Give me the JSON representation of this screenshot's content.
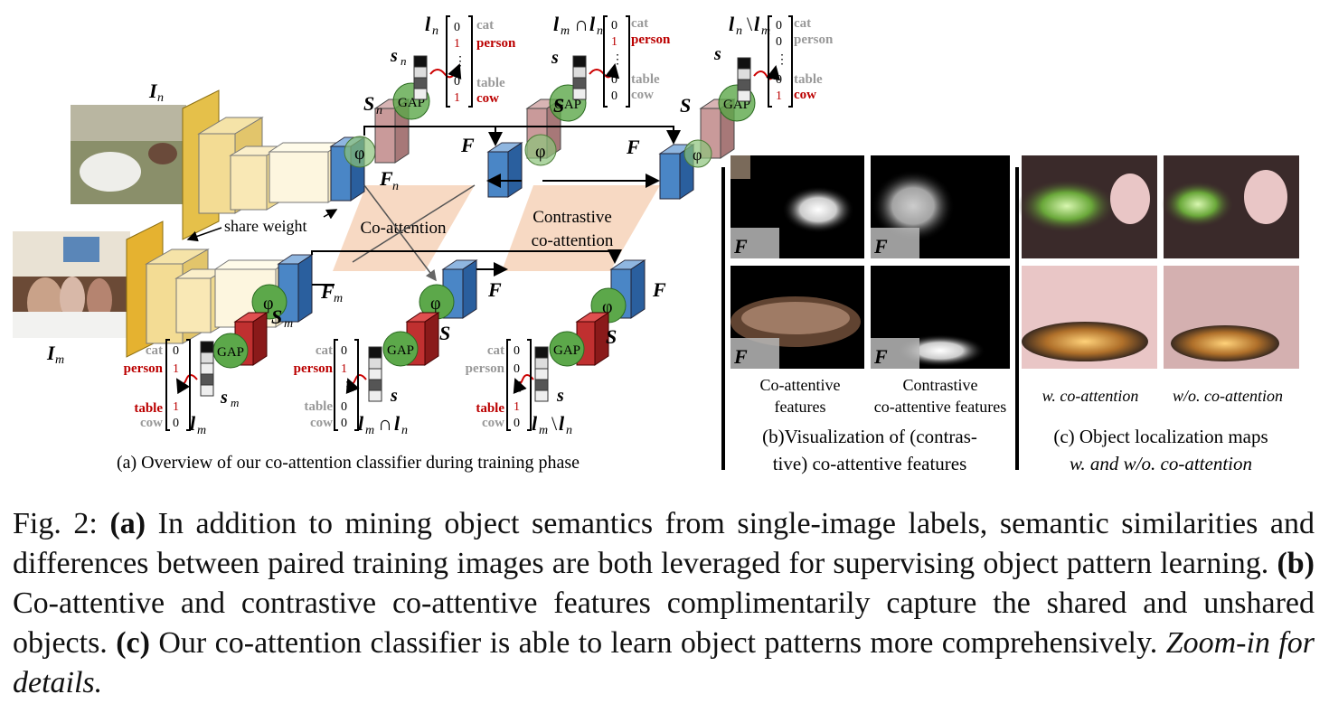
{
  "panel_a": {
    "caption": "(a) Overview of our co-attention classifier during training phase",
    "share_weight": "share weight",
    "coattention": "Co-attention",
    "contrastive_1": "Contrastive",
    "contrastive_2": "co-attention",
    "gap": "GAP",
    "phi": "φ",
    "top_labels": {
      "ln": [
        "cat",
        "person",
        "table",
        "cow"
      ],
      "ln_vals": [
        "0",
        "1",
        "⋮",
        "0",
        "1"
      ],
      "inter": [
        "cat",
        "person",
        "table",
        "cow"
      ],
      "inter_vals": [
        "0",
        "1",
        "⋮",
        "0",
        "0"
      ],
      "diff": [
        "cat",
        "person",
        "table",
        "cow"
      ],
      "diff_vals": [
        "0",
        "0",
        "⋮",
        "0",
        "1"
      ]
    },
    "bottom_labels": {
      "lm": [
        "cat",
        "person",
        "table",
        "cow"
      ],
      "lm_vals": [
        "0",
        "1",
        "⋮",
        "1",
        "0"
      ],
      "inter": [
        "cat",
        "person",
        "table",
        "cow"
      ],
      "inter_vals": [
        "0",
        "1",
        "⋮",
        "0",
        "0"
      ],
      "diff": [
        "cat",
        "person",
        "table",
        "cow"
      ],
      "diff_vals": [
        "0",
        "0",
        "⋮",
        "1",
        "0"
      ]
    }
  },
  "panel_b": {
    "label_left_1": "Co-attentive",
    "label_left_2": "features",
    "label_right_1": "Contrastive",
    "label_right_2": "co-attentive features",
    "caption_1": "(b)Visualization of (contras-",
    "caption_2": "tive) co-attentive features"
  },
  "panel_c": {
    "label_left": "w. co-attention",
    "label_right": "w/o. co-attention",
    "caption_1": "(c) Object localization maps",
    "caption_2": "w. and w/o. co-attention"
  },
  "figure_caption": {
    "fig": "Fig. 2:",
    "a": "(a)",
    "a_text": " In addition to mining object semantics from single-image labels, semantic similarities and differences between paired training images are both leveraged for supervising object pattern learning. ",
    "b": "(b)",
    "b_text": " Co-attentive and contrastive co-attentive features complimentarily capture the shared and unshared objects. ",
    "c": "(c)",
    "c_text": " Our co-attention classifier is able to learn object patterns more comprehensively. ",
    "zoom": "Zoom-in for details."
  }
}
